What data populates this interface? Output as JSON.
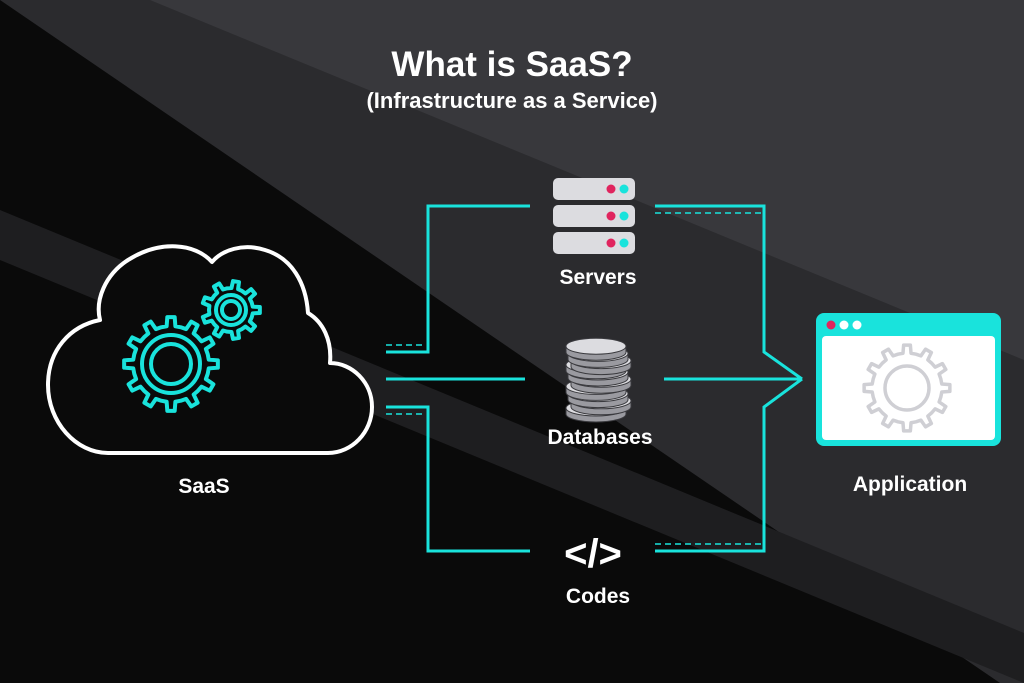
{
  "title": "What is SaaS?",
  "subtitle": "(Infrastructure as a Service)",
  "nodes": {
    "saas": "SaaS",
    "servers": "Servers",
    "databases": "Databases",
    "codes": "Codes",
    "application": "Application"
  },
  "code_symbol": "</>",
  "icons": {
    "saas": "cloud-with-gears-icon",
    "servers": "server-rack-icon",
    "databases": "coin-stack-icon",
    "codes": "code-brackets-icon",
    "application": "app-window-gear-icon"
  },
  "colors": {
    "background": "#0a0a0a",
    "accent": "#19e3dc",
    "indicator_pink": "#e0245e",
    "text": "#ffffff",
    "icon_gray": "#cfcfd4"
  }
}
